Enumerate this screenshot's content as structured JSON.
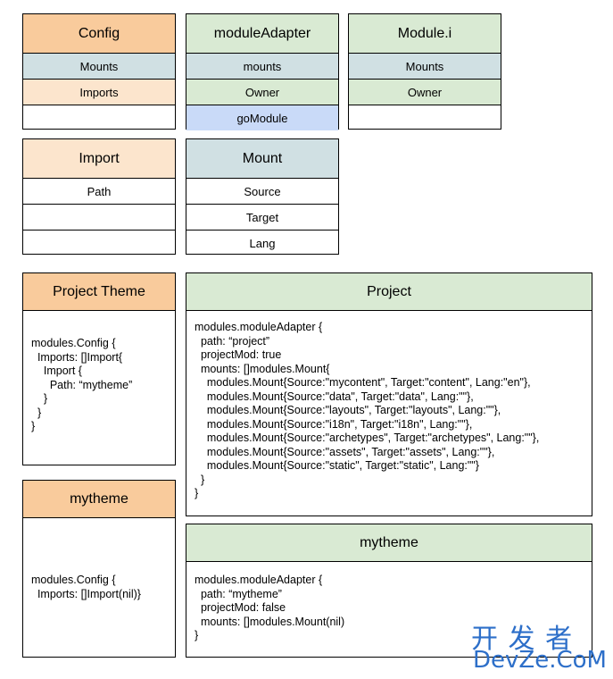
{
  "config": {
    "title": "Config",
    "rows": [
      "Mounts",
      "Imports",
      ""
    ]
  },
  "module_adapter": {
    "title": "moduleAdapter",
    "rows": [
      "mounts",
      "Owner",
      "goModule"
    ]
  },
  "module_i": {
    "title": "Module.i",
    "rows": [
      "Mounts",
      "Owner",
      ""
    ]
  },
  "import": {
    "title": "Import",
    "rows": [
      "Path",
      "",
      ""
    ]
  },
  "mount": {
    "title": "Mount",
    "rows": [
      "Source",
      "Target",
      "Lang"
    ]
  },
  "project_theme": {
    "title": "Project Theme",
    "code": "modules.Config {\n  Imports: []Import{\n    Import {\n      Path: “mytheme”\n    }\n  }\n}"
  },
  "project": {
    "title": "Project",
    "code": "modules.moduleAdapter {\n  path: “project”\n  projectMod: true\n  mounts: []modules.Mount{\n    modules.Mount{Source:\"mycontent\", Target:\"content\", Lang:\"en\"},\n    modules.Mount{Source:\"data\", Target:\"data\", Lang:\"\"},\n    modules.Mount{Source:\"layouts\", Target:\"layouts\", Lang:\"\"},\n    modules.Mount{Source:\"i18n\", Target:\"i18n\", Lang:\"\"},\n    modules.Mount{Source:\"archetypes\", Target:\"archetypes\", Lang:\"\"},\n    modules.Mount{Source:\"assets\", Target:\"assets\", Lang:\"\"},\n    modules.Mount{Source:\"static\", Target:\"static\", Lang:\"\"}\n  }\n}"
  },
  "mytheme_left": {
    "title": "mytheme",
    "code": "modules.Config {\n  Imports: []Import(nil)}"
  },
  "mytheme_right": {
    "title": "mytheme",
    "code": "modules.moduleAdapter {\n  path: “mytheme”\n  projectMod: false\n  mounts: []modules.Mount(nil)\n}"
  },
  "watermark": {
    "cn": "开 发 者",
    "en": "DevZe.CoM"
  },
  "colors": {
    "orange": "#f9cb9c",
    "orange_light": "#fce5cd",
    "blue_gray": "#d0e0e3",
    "green": "#d9ead3",
    "blue": "#c9daf8",
    "watermark": "#2d6fc9"
  }
}
